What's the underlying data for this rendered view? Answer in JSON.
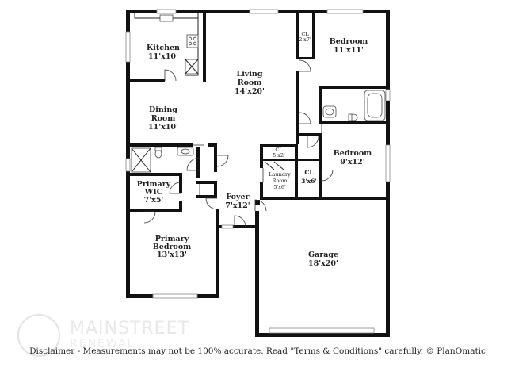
{
  "rooms": {
    "kitchen": {
      "name": "Kitchen",
      "size": "11'x10'"
    },
    "living": {
      "name1": "Living",
      "name2": "Room",
      "size": "14'x20'"
    },
    "dining": {
      "name1": "Dining",
      "name2": "Room",
      "size": "11'x10'"
    },
    "bedroom1": {
      "name": "Bedroom",
      "size": "11'x11'"
    },
    "closet1": {
      "name": "CL",
      "size": "2'x7'"
    },
    "bedroom2": {
      "name": "Bedroom",
      "size": "9'x12'"
    },
    "closet2": {
      "name": "CL",
      "size": "5'x2'"
    },
    "laundry": {
      "name1": "Laundry",
      "name2": "Room",
      "size": "5'x6'"
    },
    "closet3": {
      "name": "CL",
      "size": "3'x6'"
    },
    "primary_wic": {
      "name1": "Primary",
      "name2": "WIC",
      "size": "7'x5'"
    },
    "foyer": {
      "name": "Foyer",
      "size": "7'x12'"
    },
    "primary_bedroom": {
      "name1": "Primary",
      "name2": "Bedroom",
      "size": "13'x13'"
    },
    "garage": {
      "name": "Garage",
      "size": "18'x20'"
    }
  },
  "watermark": {
    "name": "MAINSTREET",
    "sub": "RENEWAL"
  },
  "disclaimer": "Disclaimer - Measurements may not be 100% accurate. Read \"Terms & Conditions\" carefully. © PlanOmatic"
}
